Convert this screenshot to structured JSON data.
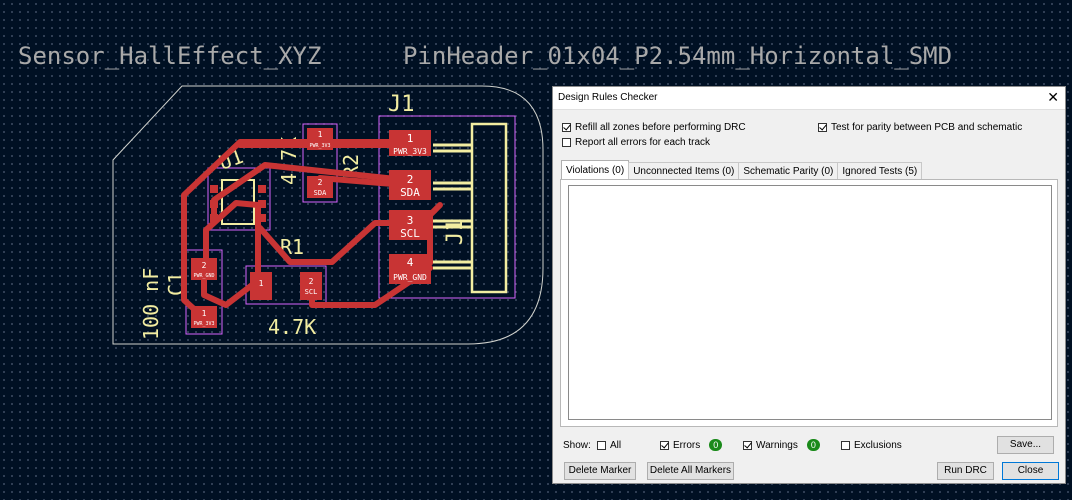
{
  "pcb": {
    "footprint_left_label": "Sensor_HallEffect_XYZ",
    "footprint_right_label": "PinHeader_01x04_P2.54mm_Horizontal_SMD",
    "j1_ref": "J1",
    "j1_ref_silk": "J1",
    "u1_ref": "U1",
    "r2_ref": "R2",
    "r2_value": "4.7K",
    "r1_ref": "R1",
    "r1_value": "4.7K",
    "c1_ref": "C1",
    "c1_value": "100 nF",
    "j1_pads": [
      {
        "num": "1",
        "net": "PWR_3V3"
      },
      {
        "num": "2",
        "net": "SDA"
      },
      {
        "num": "3",
        "net": "SCL"
      },
      {
        "num": "4",
        "net": "PWR_GND"
      }
    ],
    "r2_pads": [
      {
        "num": "1",
        "net": "PWR_3V3"
      },
      {
        "num": "2",
        "net": "SDA"
      }
    ],
    "r1_pads": [
      {
        "num": "1",
        "net": ""
      },
      {
        "num": "2",
        "net": "SCL"
      }
    ],
    "c1_pads": [
      {
        "num": "2",
        "net": "PWR_GND"
      },
      {
        "num": "1",
        "net": "PWR_3V3"
      }
    ],
    "colors": {
      "background": "#001023",
      "copper": "#c83434",
      "silkscreen": "#f2eda1",
      "courtyard": "#d864ff",
      "board_edge": "#d0d2cd",
      "label_gray": "#a9a9a9"
    }
  },
  "dialog": {
    "title": "Design Rules Checker",
    "close_glyph": "✕",
    "options": {
      "refill_zones": {
        "label": "Refill all zones before performing DRC",
        "checked": true
      },
      "report_all_errors": {
        "label": "Report all errors for each track",
        "checked": false
      },
      "test_parity": {
        "label": "Test for parity between PCB and schematic",
        "checked": true
      }
    },
    "tabs": [
      {
        "label": "Violations (0)",
        "active": true
      },
      {
        "label": "Unconnected Items (0)",
        "active": false
      },
      {
        "label": "Schematic Parity (0)",
        "active": false
      },
      {
        "label": "Ignored Tests (5)",
        "active": false
      }
    ],
    "show": {
      "label": "Show:",
      "all": {
        "label": "All",
        "checked": false
      },
      "errors": {
        "label": "Errors",
        "checked": true,
        "count": "0"
      },
      "warnings": {
        "label": "Warnings",
        "checked": true,
        "count": "0"
      },
      "exclusions": {
        "label": "Exclusions",
        "checked": false
      }
    },
    "buttons": {
      "save": "Save...",
      "delete_marker": "Delete Marker",
      "delete_all_markers": "Delete All Markers",
      "run_drc": "Run DRC",
      "close": "Close"
    }
  }
}
